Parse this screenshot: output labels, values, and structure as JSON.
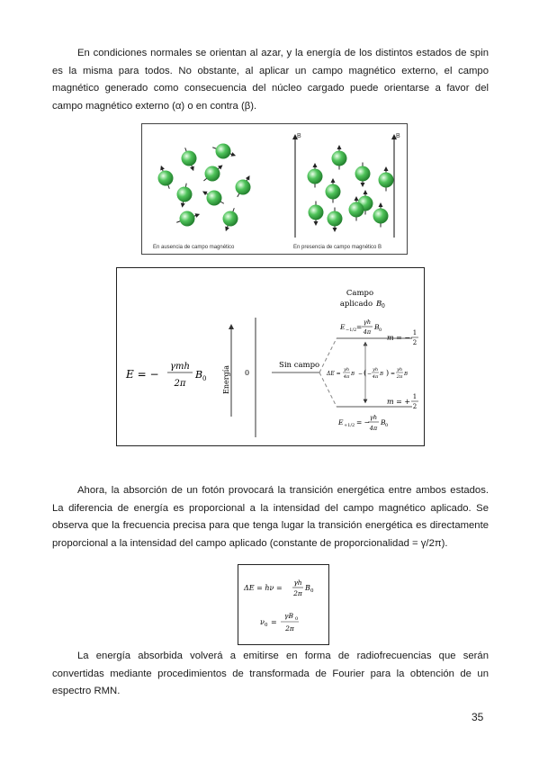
{
  "paragraphs": {
    "p1": "En condiciones normales se orientan al azar, y la energía de los distintos estados de spin es la misma para todos. No obstante, al aplicar un campo magnético externo, el campo magnético generado como consecuencia del núcleo cargado puede orientarse a favor del campo magnético externo (α) o en contra (β).",
    "p2": "Ahora, la absorción de un fotón provocará la transición energética entre ambos estados. La diferencia de energía es proporcional a la intensidad del campo magnético aplicado. Se observa que la frecuencia precisa para que tenga lugar la transición energética es directamente proporcional a la intensidad del campo aplicado (constante de proporcionalidad = γ/2π).",
    "p3": "La energía absorbida volverá a emitirse en forma de radiofrecuencias que serán convertidas mediante procedimientos de transformada de Fourier para la obtención de un espectro RMN."
  },
  "figure1": {
    "caption_left": "En ausencia de campo magnético",
    "caption_right": "En presencia de campo magnético B",
    "field_label": "B",
    "color_sphere": "#3aa845"
  },
  "figure2": {
    "energy_label": "Energía",
    "zero_label": "0",
    "no_field_label": "Sin campo",
    "applied_field_line1": "Campo",
    "applied_field_line2": "aplicado",
    "b0": "B",
    "b0_sub": "0",
    "m_upper": "m = −",
    "m_lower": "m = +",
    "half_num": "1",
    "half_den": "2",
    "e_formula_lhs": "E = −",
    "e_formula_num": "γmh",
    "e_formula_den": "2π",
    "e_upper": "E",
    "e_upper_sub": "−1/2",
    "e_lower_sub": "+1/2",
    "eq_sign": "=",
    "eq_neg": "= −",
    "gamma_h": "γh",
    "four_pi": "4π",
    "two_pi": "2π",
    "delta_e": "ΔE ="
  },
  "figure3": {
    "line1_lhs": "ΔE = hν =",
    "line1_num": "γh",
    "line1_den": "2π",
    "line2_lhs": "ν",
    "line2_sub": "0",
    "line2_eq": "=",
    "line2_num": "γB",
    "line2_num_sub": "0",
    "line2_den": "2π",
    "b0": "B",
    "b0_sub": "0"
  },
  "page_number": "35"
}
